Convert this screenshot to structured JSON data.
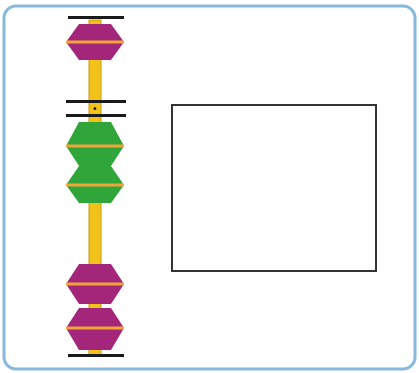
{
  "colors": {
    "frame_border": "#86b9dc",
    "rod": "#f2c21b",
    "rod_outline": "#c99a10",
    "upper_bead": "#a3267a",
    "lower_bead": "#a3267a",
    "unit_bead": "#2fa53a",
    "bead_stripe": "#f0a53a",
    "bar": "#1a1a1a"
  },
  "abacus": {
    "beads_above_bar": 1,
    "beads_below_bar": 4,
    "bead_order_below_bar": [
      "green",
      "green",
      "purple",
      "purple"
    ],
    "bar_mark": "•"
  },
  "answer_box": {
    "value": ""
  }
}
